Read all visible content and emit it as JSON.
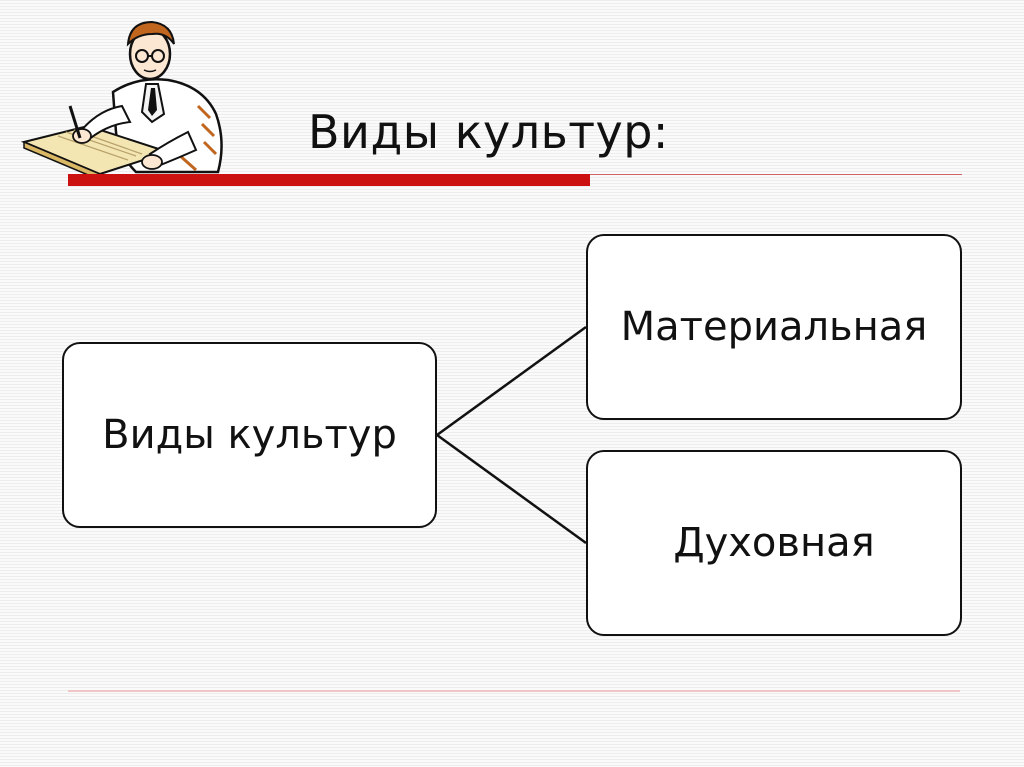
{
  "slide": {
    "title": "Виды культур:"
  },
  "diagram": {
    "root": {
      "label": "Виды культур"
    },
    "children": [
      {
        "label": "Материальная"
      },
      {
        "label": "Духовная"
      }
    ]
  },
  "colors": {
    "accent": "#cc1111",
    "box_border": "#111111",
    "box_fill": "#ffffff"
  },
  "icons": {
    "clipart": "scholar-writing-icon"
  }
}
